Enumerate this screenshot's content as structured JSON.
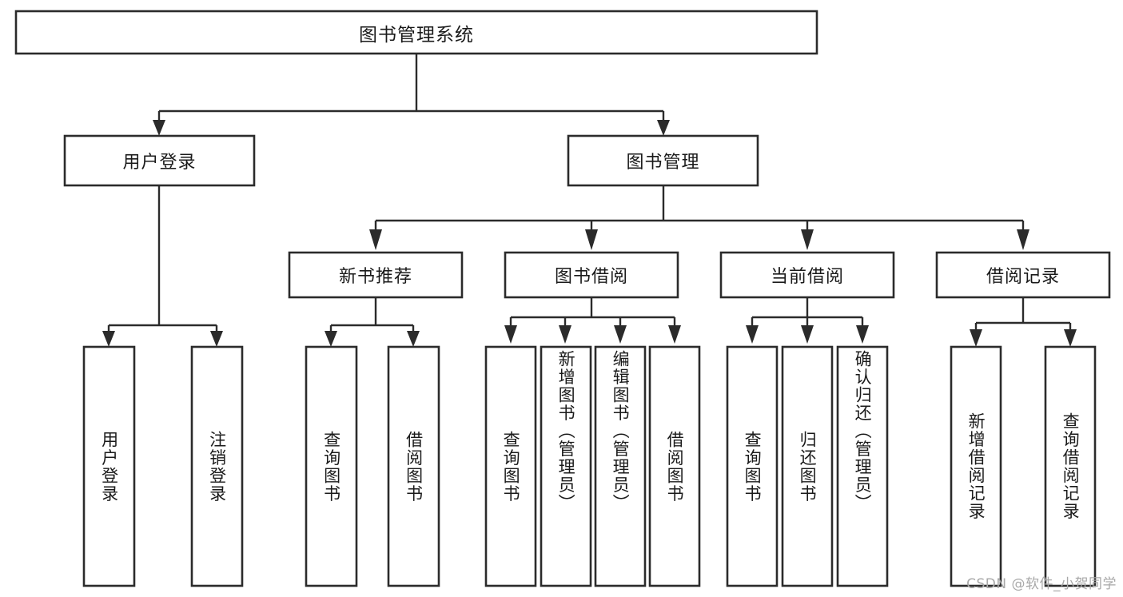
{
  "diagram": {
    "type": "tree",
    "title": "图书管理系统",
    "watermark": "CSDN @软件_小贺同学",
    "colors": {
      "box_stroke": "#2b2b2b",
      "box_fill": "#ffffff",
      "text": "#1a1a1a",
      "background": "#ffffff",
      "watermark": "#a8a8a8"
    },
    "root": {
      "label": "图书管理系统"
    },
    "level1": [
      {
        "label": "用户登录"
      },
      {
        "label": "图书管理"
      }
    ],
    "level2": [
      {
        "label": "新书推荐"
      },
      {
        "label": "图书借阅"
      },
      {
        "label": "当前借阅"
      },
      {
        "label": "借阅记录"
      }
    ],
    "leaves": {
      "user_login": [
        {
          "label": "用户登录"
        },
        {
          "label": "注销登录"
        }
      ],
      "new_book": [
        {
          "label": "查询图书"
        },
        {
          "label": "借阅图书"
        }
      ],
      "book_borrow": [
        {
          "label": "查询图书"
        },
        {
          "label": "新增图书（管理员）"
        },
        {
          "label": "编辑图书（管理员）"
        },
        {
          "label": "借阅图书"
        }
      ],
      "current_borrow": [
        {
          "label": "查询图书"
        },
        {
          "label": "归还图书"
        },
        {
          "label": "确认归还（管理员）"
        }
      ],
      "borrow_record": [
        {
          "label": "新增借阅记录"
        },
        {
          "label": "查询借阅记录"
        }
      ]
    }
  }
}
